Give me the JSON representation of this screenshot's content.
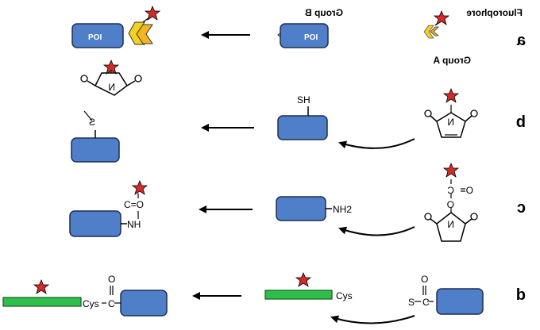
{
  "labels": {
    "fluorophore": "Fluorophore",
    "group_a": "Group A",
    "group_b": "Group B"
  },
  "rows": [
    {
      "label": "a",
      "poi_text": "POI"
    },
    {
      "label": "b",
      "thiol": "SH"
    },
    {
      "label": "c",
      "amine": "NH2",
      "amide_nh": "NH",
      "carbonyl": "C=O"
    },
    {
      "label": "d",
      "cys": "Cys",
      "thioester_s": "S",
      "carbonyl_c": "C",
      "carbonyl_o": "O"
    }
  ],
  "colors": {
    "protein": "#4f7fc8",
    "protein_stroke": "#1d2f54",
    "tag": "#f2b71c",
    "star": "#d42a2a",
    "peptide": "#2fbe4a"
  }
}
